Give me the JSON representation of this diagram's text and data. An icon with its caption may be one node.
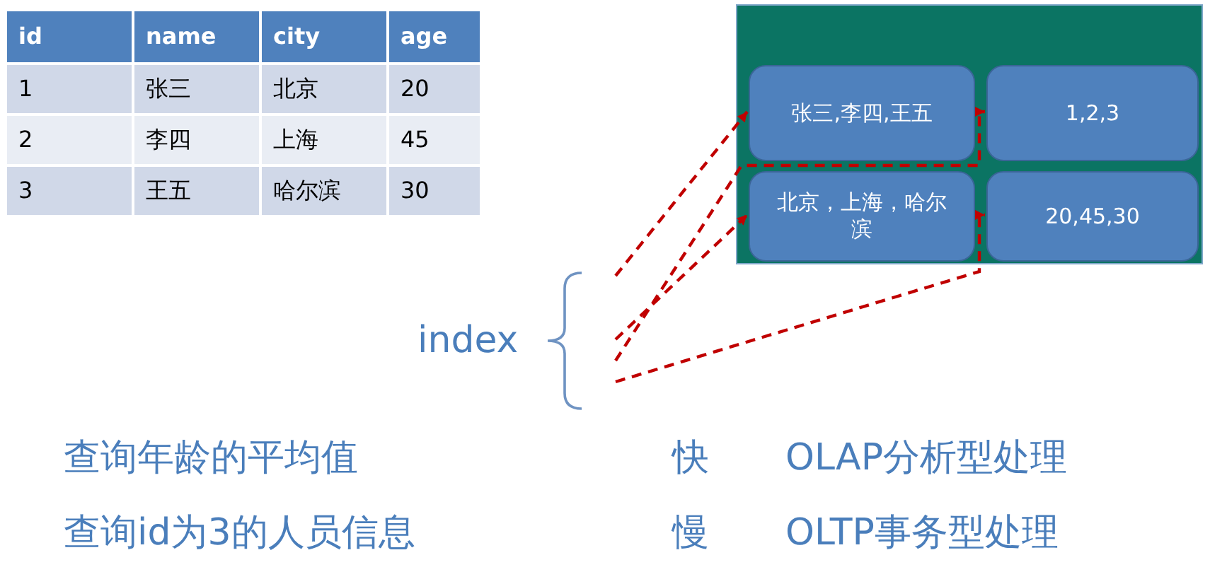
{
  "diagram": {
    "nodes": [
      {
        "text": [],
        "shape": "box"
      },
      {
        "text": [
          "张三,李四,王五"
        ],
        "in": 0
      },
      {
        "text": [
          "1,2,3"
        ],
        "in": 0
      },
      {
        "text": [
          "北京，上海，哈尔滨"
        ],
        "in": 0
      },
      {
        "text": [
          "20,45,30"
        ],
        "in": 0
      },
      {
        "text": [
          "index"
        ]
      }
    ],
    "edges": [
      {
        "from": 5,
        "to": 1,
        "arrow": "to",
        "style": "dashed"
      },
      {
        "from": 5,
        "to": 3,
        "arrow": "to",
        "style": "dashed"
      },
      {
        "from": 5,
        "to": 2,
        "arrow": "to",
        "style": "dashed"
      },
      {
        "from": 5,
        "to": 4,
        "arrow": "to",
        "style": "dashed"
      }
    ],
    "labels": [
      "id",
      "name",
      "city",
      "age",
      "1",
      "张三",
      "北京",
      "20",
      "2",
      "李四",
      "上海",
      "45",
      "3",
      "王五",
      "哈尔滨",
      "30",
      "查询年龄的平均值",
      "快",
      "OLAP分析型处理",
      "查询id为3的人员信息",
      "慢",
      "OLTP事务型处理"
    ]
  }
}
